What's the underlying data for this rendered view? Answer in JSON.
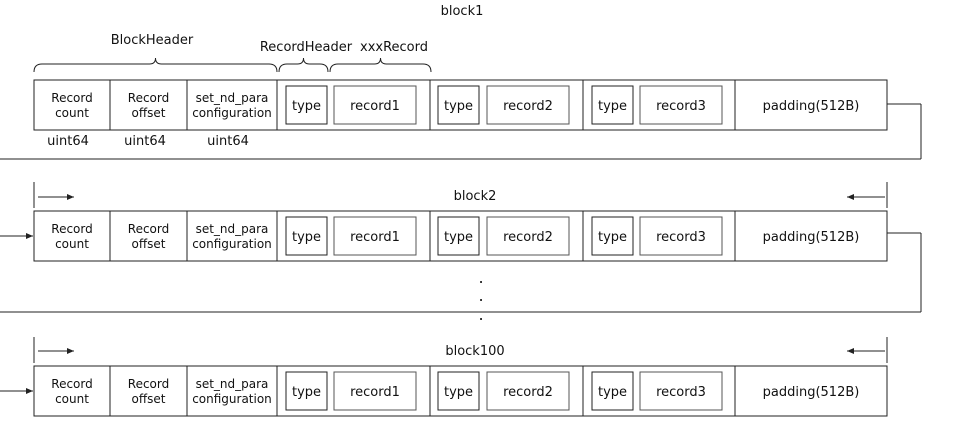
{
  "colors": {
    "line": "#222222",
    "text": "#111111",
    "background": "#ffffff"
  },
  "labels": {
    "block_header": "BlockHeader",
    "record_header": "RecordHeader",
    "xxx_record": "xxxRecord",
    "ellipsis_dot": "."
  },
  "fields": {
    "record_count": [
      "Record",
      "count"
    ],
    "record_offset": [
      "Record",
      "offset"
    ],
    "config": [
      "set_nd_para",
      "configuration"
    ],
    "type": "type",
    "padding": "padding(512B)"
  },
  "records": [
    "record1",
    "record2",
    "record3"
  ],
  "types": [
    "uint64",
    "uint64",
    "uint64"
  ],
  "blocks": [
    {
      "title": "block1"
    },
    {
      "title": "block2"
    },
    {
      "title": "block100"
    }
  ]
}
